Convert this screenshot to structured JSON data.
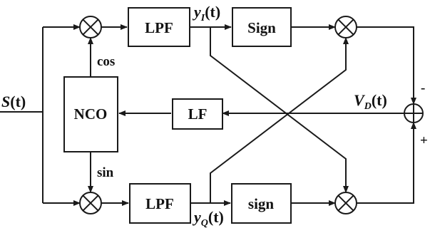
{
  "blocks": {
    "lpf_top": "LPF",
    "sign_top": "Sign",
    "nco": "NCO",
    "lf": "LF",
    "lpf_bottom": "LPF",
    "sign_bottom": "sign"
  },
  "labels": {
    "cos": "cos",
    "sin": "sin",
    "s_main": "S",
    "s_arg": "(t)",
    "yi_main": "y",
    "yi_sub": "I",
    "yi_arg": "(t)",
    "yq_main": "y",
    "yq_sub": "Q",
    "yq_arg": "(t)",
    "vd_main": "V",
    "vd_sub": "D",
    "vd_arg": "(t)",
    "sum_sign_top": "-",
    "sum_sign_bottom": "+"
  }
}
